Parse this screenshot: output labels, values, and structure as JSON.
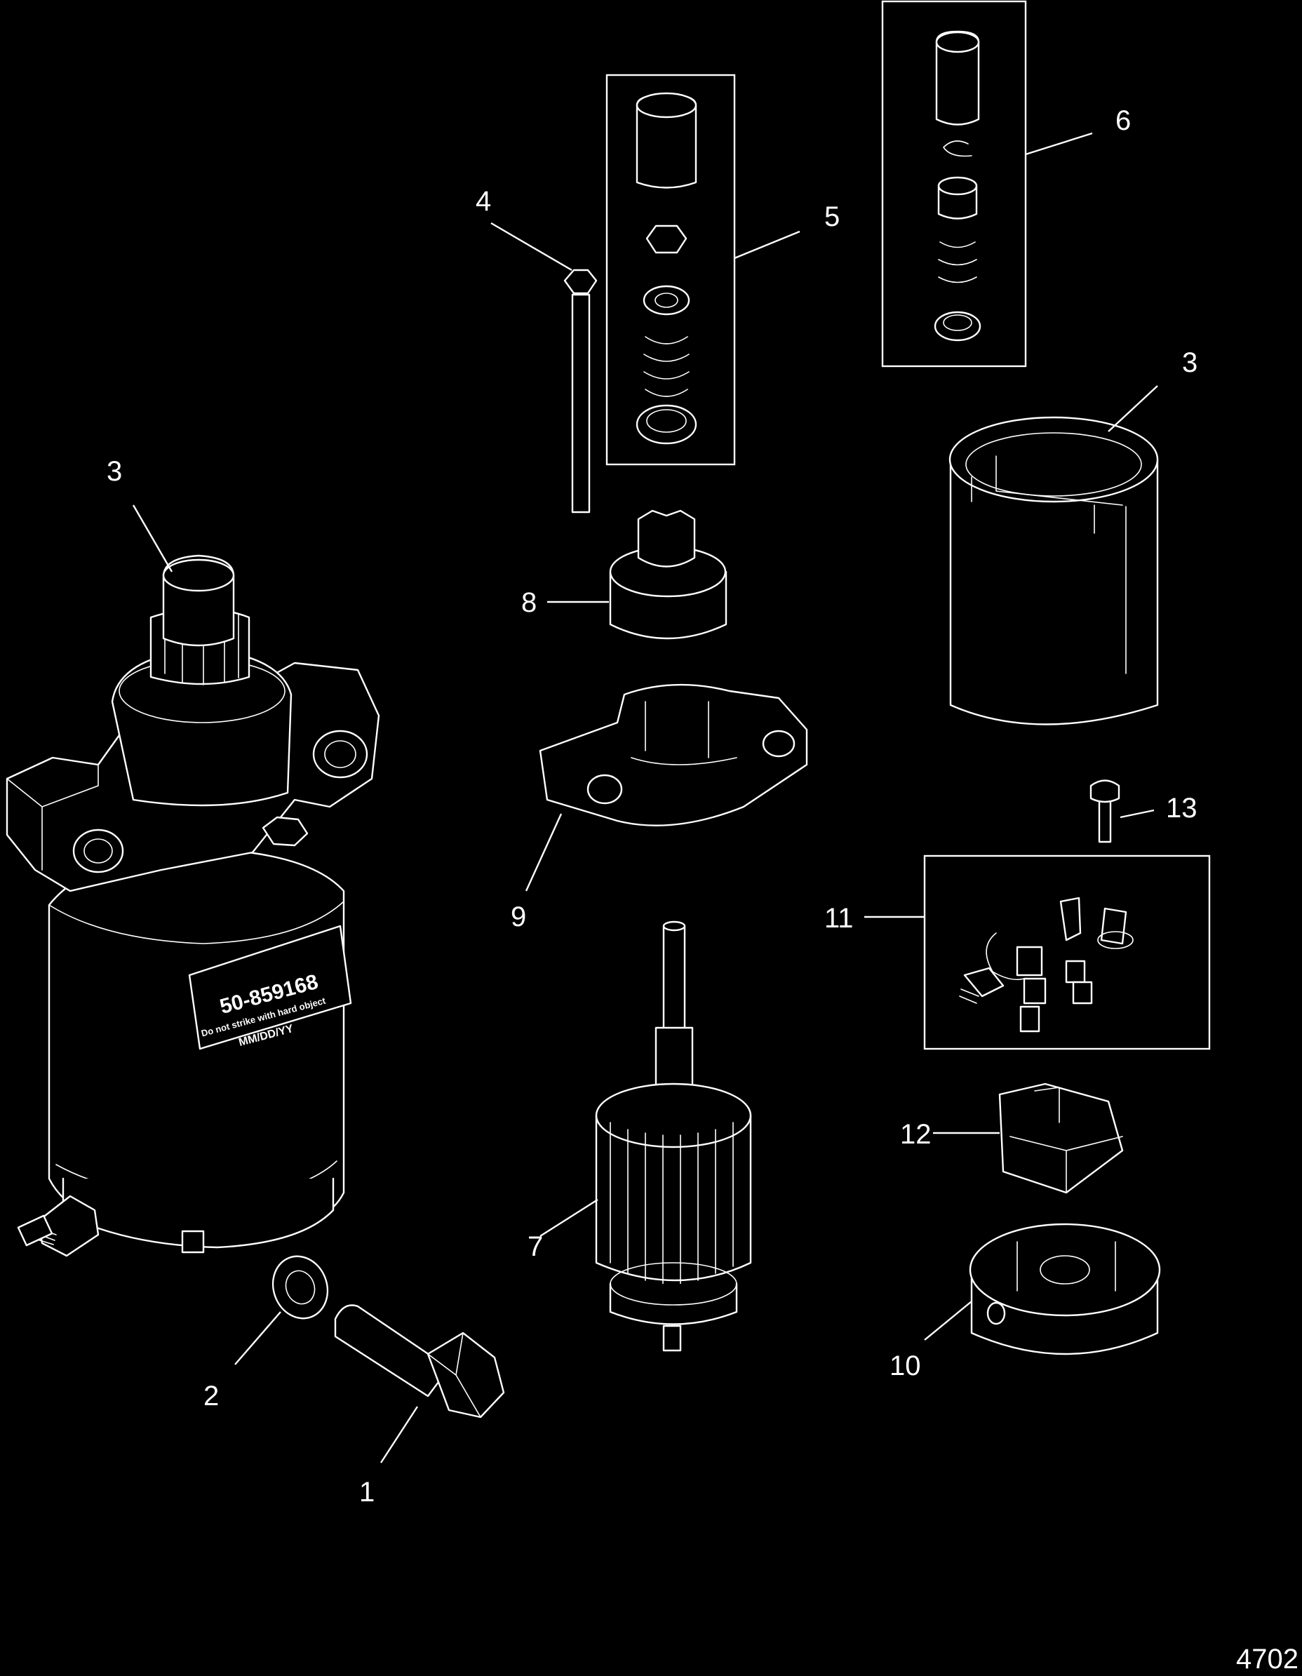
{
  "callouts": {
    "c1": "1",
    "c2": "2",
    "c3_motor": "3",
    "c3_sleeve": "3",
    "c4": "4",
    "c5": "5",
    "c6": "6",
    "c7": "7",
    "c8": "8",
    "c9": "9",
    "c10": "10",
    "c11": "11",
    "c12": "12",
    "c13": "13"
  },
  "motor_label": {
    "part_number": "50-859168",
    "warning": "Do not strike with hard object",
    "date_code": "MM/DD/YY"
  },
  "figure_id": "4702"
}
